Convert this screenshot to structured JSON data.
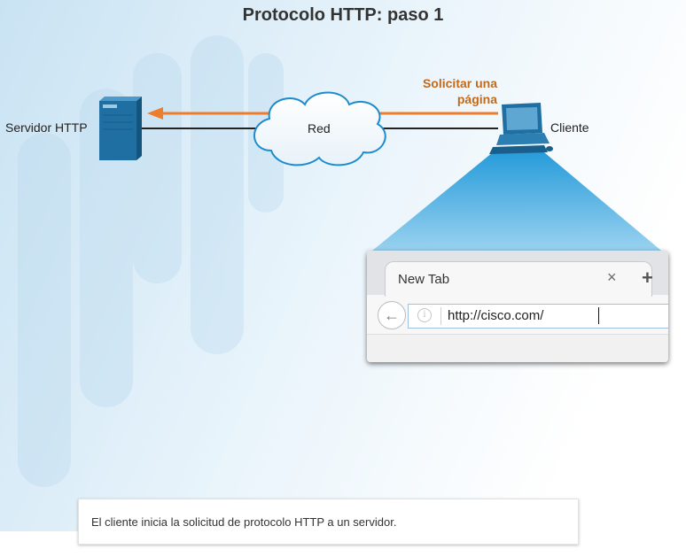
{
  "title": "Protocolo HTTP: paso 1",
  "labels": {
    "server": "Servidor HTTP",
    "network": "Red",
    "client": "Cliente",
    "request_line1": "Solicitar una",
    "request_line2": "página"
  },
  "browser": {
    "tab_title": "New Tab",
    "close_glyph": "×",
    "new_tab_glyph": "+",
    "back_glyph": "←",
    "info_glyph": "i",
    "url": "http://cisco.com/"
  },
  "caption": "El cliente inicia la solicitud de protocolo HTTP a un servidor.",
  "colors": {
    "arrow": "#ee7d2a",
    "device_blue": "#1f6fa3",
    "beam": "#2fa8e0",
    "label_orange": "#c06a1e"
  },
  "icons": [
    "server-icon",
    "cloud-icon",
    "computer-icon",
    "arrow-left-icon"
  ]
}
